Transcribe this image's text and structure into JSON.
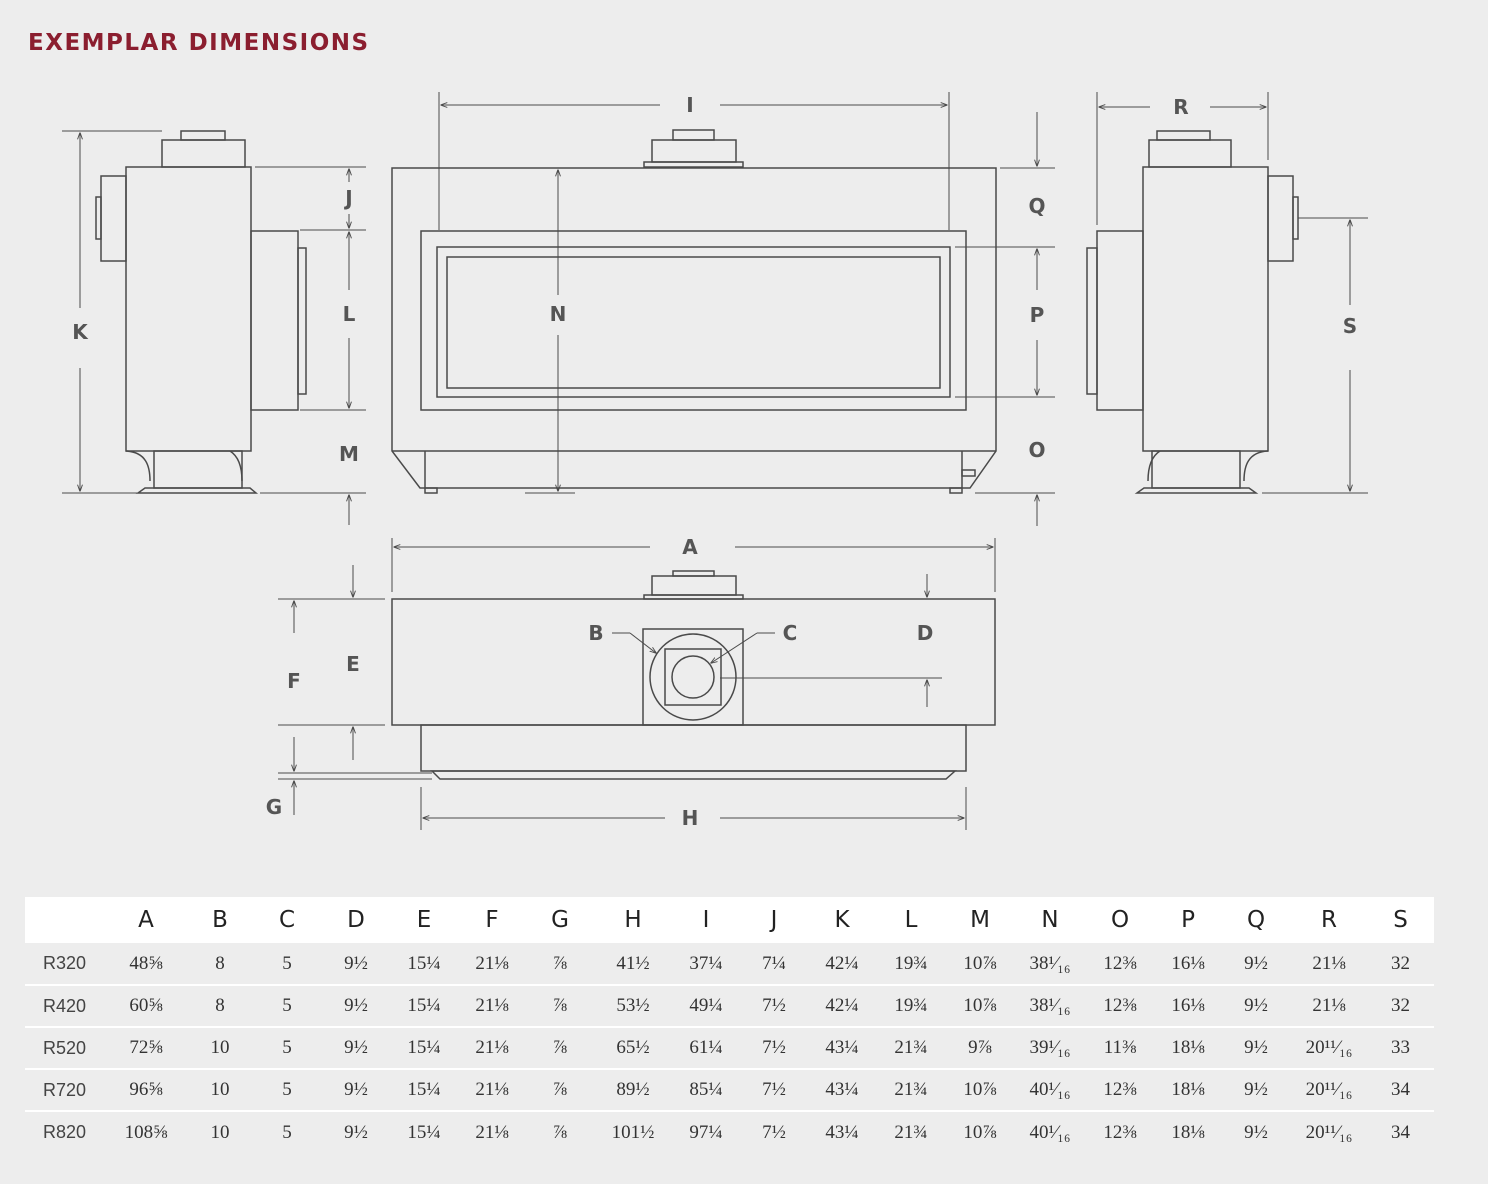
{
  "title": "EXEMPLAR DIMENSIONS",
  "colors": {
    "title": "#8b1e2f",
    "line": "#4a4a4a",
    "background": "#ededed"
  },
  "labels": {
    "A": "A",
    "B": "B",
    "C": "C",
    "D": "D",
    "E": "E",
    "F": "F",
    "G": "G",
    "H": "H",
    "I": "I",
    "J": "J",
    "K": "K",
    "L": "L",
    "M": "M",
    "N": "N",
    "O": "O",
    "P": "P",
    "Q": "Q",
    "R": "R",
    "S": "S"
  },
  "table": {
    "columns": [
      "",
      "A",
      "B",
      "C",
      "D",
      "E",
      "F",
      "G",
      "H",
      "I",
      "J",
      "K",
      "L",
      "M",
      "N",
      "O",
      "P",
      "Q",
      "R",
      "S"
    ],
    "rows": [
      [
        "R320",
        "48⅝",
        "8",
        "5",
        "9½",
        "15¼",
        "21⅛",
        "⅞",
        "41½",
        "37¼",
        "7¼",
        "42¼",
        "19¾",
        "10⅞",
        "38¹⁄₁₆",
        "12⅜",
        "16⅛",
        "9½",
        "21⅛",
        "32"
      ],
      [
        "R420",
        "60⅝",
        "8",
        "5",
        "9½",
        "15¼",
        "21⅛",
        "⅞",
        "53½",
        "49¼",
        "7½",
        "42¼",
        "19¾",
        "10⅞",
        "38¹⁄₁₆",
        "12⅜",
        "16⅛",
        "9½",
        "21⅛",
        "32"
      ],
      [
        "R520",
        "72⅝",
        "10",
        "5",
        "9½",
        "15¼",
        "21⅛",
        "⅞",
        "65½",
        "61¼",
        "7½",
        "43¼",
        "21¾",
        "9⅞",
        "39¹⁄₁₆",
        "11⅜",
        "18⅛",
        "9½",
        "20¹¹⁄₁₆",
        "33"
      ],
      [
        "R720",
        "96⅝",
        "10",
        "5",
        "9½",
        "15¼",
        "21⅛",
        "⅞",
        "89½",
        "85¼",
        "7½",
        "43¼",
        "21¾",
        "10⅞",
        "40¹⁄₁₆",
        "12⅜",
        "18⅛",
        "9½",
        "20¹¹⁄₁₆",
        "34"
      ],
      [
        "R820",
        "108⅝",
        "10",
        "5",
        "9½",
        "15¼",
        "21⅛",
        "⅞",
        "101½",
        "97¼",
        "7½",
        "43¼",
        "21¾",
        "10⅞",
        "40¹⁄₁₆",
        "12⅜",
        "18⅛",
        "9½",
        "20¹¹⁄₁₆",
        "34"
      ]
    ]
  }
}
